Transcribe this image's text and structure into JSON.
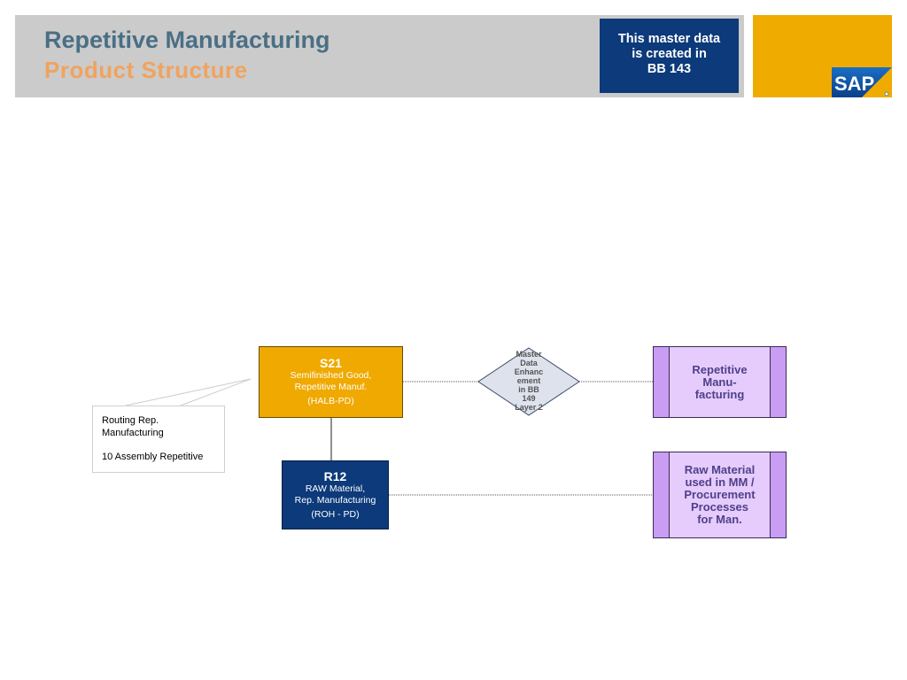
{
  "header": {
    "title": "Repetitive Manufacturing",
    "subtitle": "Product Structure",
    "note_lines": [
      "This master data",
      "is created in",
      "BB 143"
    ],
    "logo_text": "SAP"
  },
  "nodes": {
    "s21": {
      "code": "S21",
      "lines": [
        "Semifinished Good,",
        "Repetitive Manuf."
      ],
      "type": "(HALB-PD)"
    },
    "r12": {
      "code": "R12",
      "lines": [
        "RAW Material,",
        "Rep. Manufacturing"
      ],
      "type": "(ROH - PD)"
    }
  },
  "decision": {
    "lines": [
      "Master",
      "Data",
      "Enhanc",
      "ement",
      "in BB",
      "149",
      "Layer 2"
    ]
  },
  "processes": [
    {
      "lines": [
        "Repetitive",
        "Manu-",
        "facturing"
      ]
    },
    {
      "lines": [
        "Raw Material",
        "used in MM /",
        "Procurement",
        "Processes",
        "for Man."
      ]
    }
  ],
  "callout": {
    "lines": [
      "Routing Rep.",
      "Manufacturing"
    ],
    "detail": "10 Assembly Repetitive"
  },
  "colors": {
    "title": "#4a6f85",
    "subtitle": "#f0a35e",
    "note_bg": "#0c3a7a",
    "logo_bg": "#f0ab00",
    "semifinished": "#efa900",
    "raw": "#0c3a7a",
    "process_fill": "#e5ccfc",
    "process_bar": "#c99df3"
  }
}
